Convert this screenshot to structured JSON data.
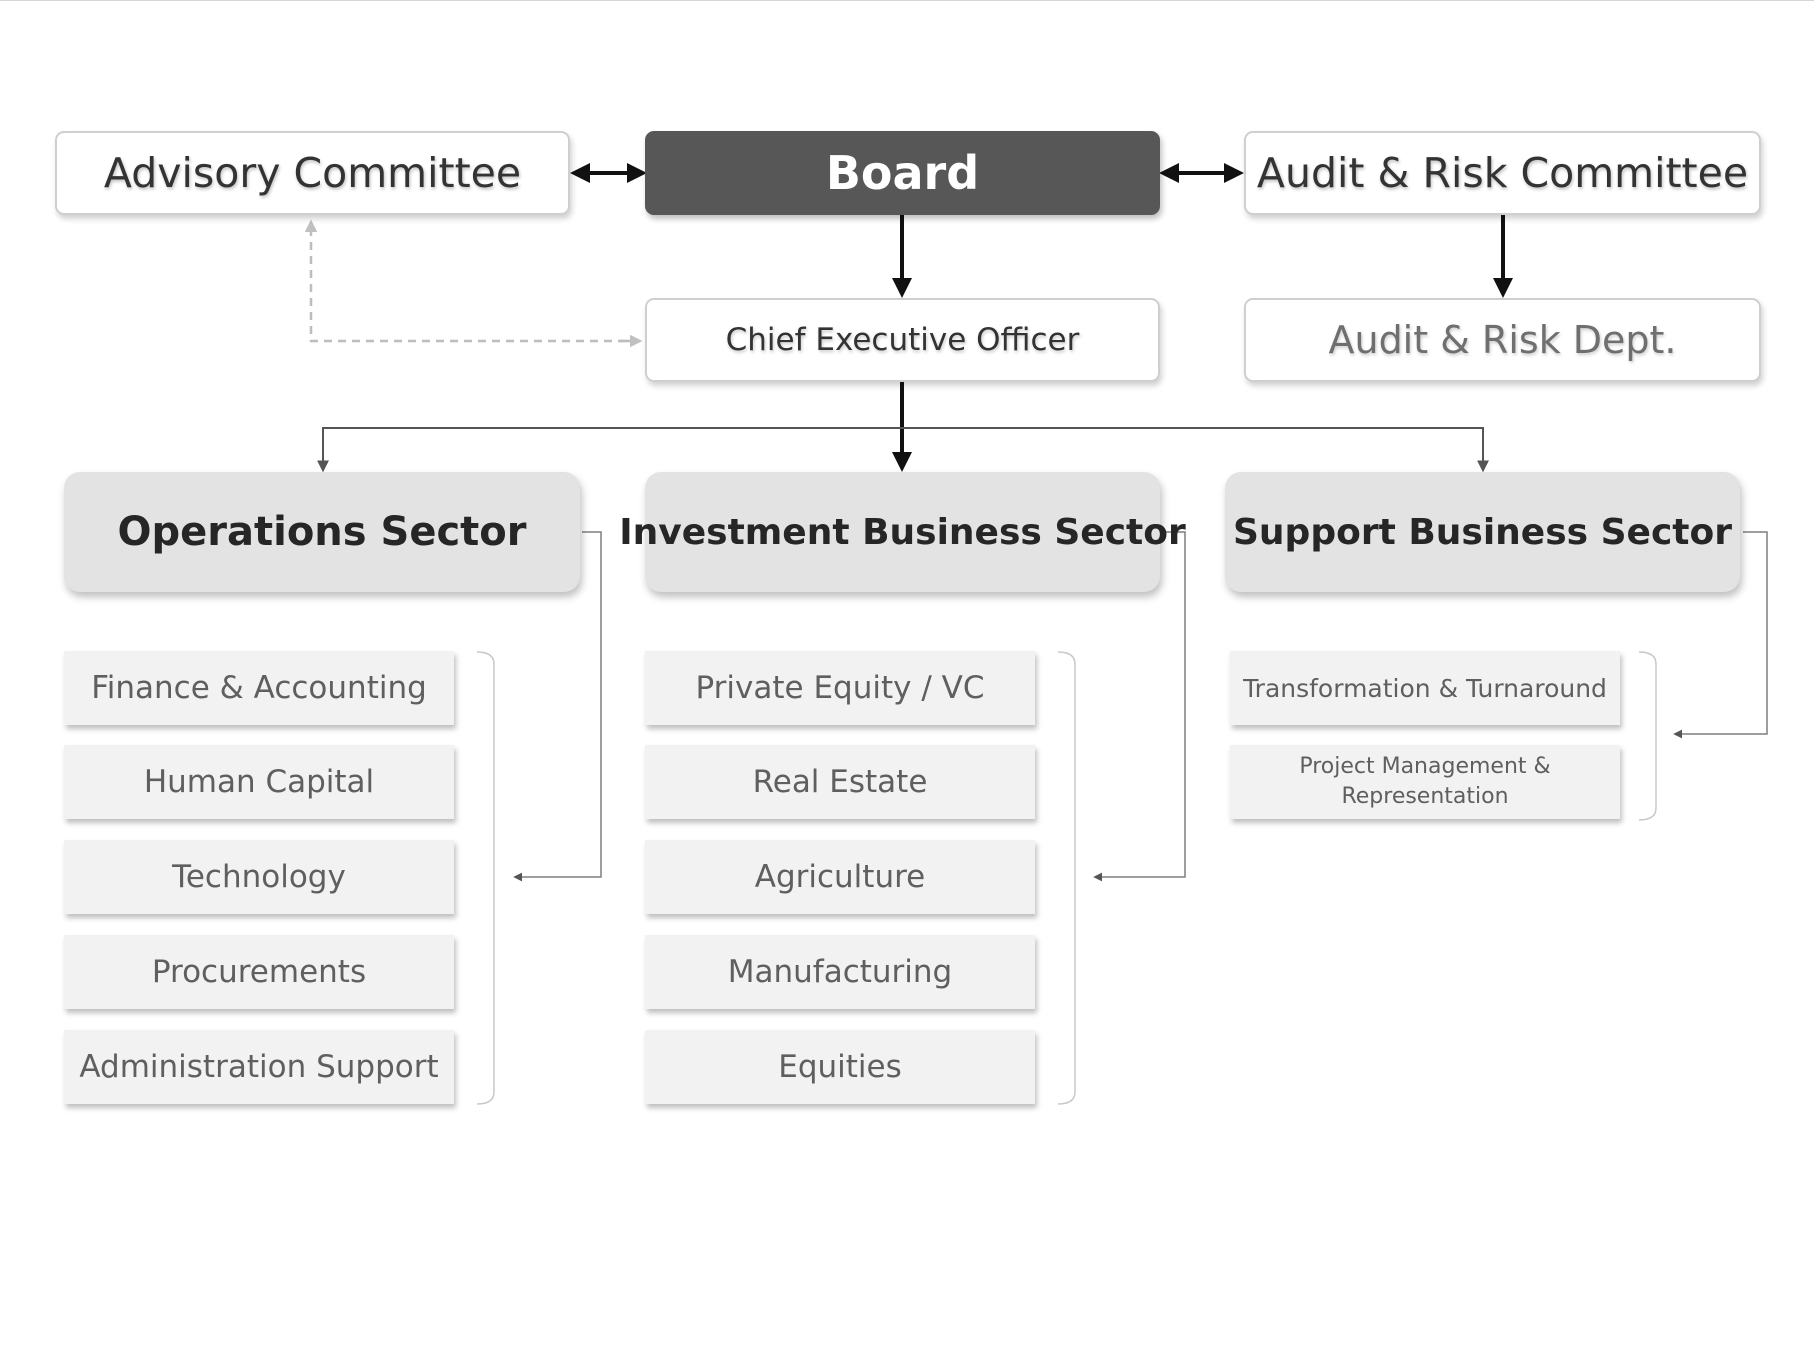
{
  "top_row": {
    "advisory": "Advisory Committee",
    "board": "Board",
    "audit_committee": "Audit & Risk Committee"
  },
  "second_row": {
    "ceo": "Chief Executive Officer",
    "audit_dept": "Audit & Risk Dept."
  },
  "sectors": {
    "operations": {
      "title": "Operations Sector",
      "departments": [
        "Finance & Accounting",
        "Human Capital",
        "Technology",
        "Procurements",
        "Administration Support"
      ]
    },
    "investment": {
      "title": "Investment Business Sector",
      "departments": [
        "Private Equity / VC",
        "Real Estate",
        "Agriculture",
        "Manufacturing",
        "Equities"
      ]
    },
    "support": {
      "title": "Support Business Sector",
      "departments": [
        "Transformation & Turnaround",
        "Project Management & Representation"
      ]
    }
  },
  "colors": {
    "board_fill": "#575757",
    "sector_fill": "#e3e3e3",
    "dept_fill": "#f2f2f2",
    "connector": "#111111",
    "secondary_connector": "#7f7f7f",
    "dashed_connector": "#bdbdbd"
  }
}
